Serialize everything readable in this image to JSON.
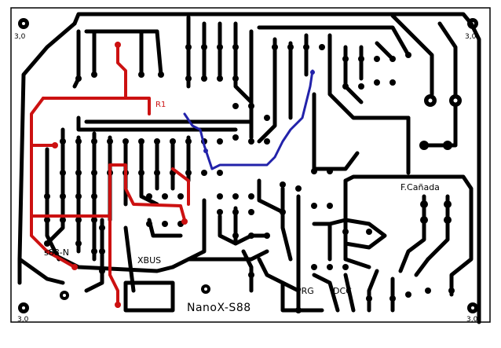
{
  "labels": {
    "corner_tl": "3,0",
    "corner_tr": "3,0",
    "corner_bl": "3,0",
    "corner_br": "3,0",
    "author": "F.Cañada",
    "s88n": "s88-N",
    "xbus": "XBUS",
    "title": "NanoX-S88",
    "prg": "PRG",
    "dcc": "DCC",
    "r1": "R1"
  },
  "colors": {
    "copper_top": "#cc1111",
    "copper_bottom": "#000000",
    "jumper": "#2222aa",
    "board": "#ffffff"
  }
}
